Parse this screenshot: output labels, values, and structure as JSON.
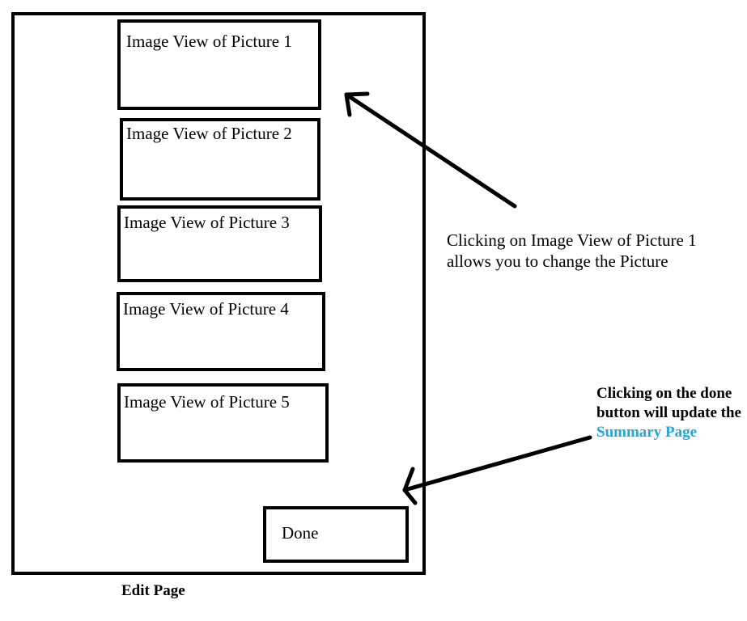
{
  "page": {
    "caption": "Edit Page"
  },
  "image_views": [
    {
      "label": "Image View of Picture 1"
    },
    {
      "label": "Image View of Picture 2"
    },
    {
      "label": "Image View of Picture 3"
    },
    {
      "label": "Image View of Picture 4"
    },
    {
      "label": "Image View of Picture 5"
    }
  ],
  "done_button": {
    "label": "Done"
  },
  "annotations": {
    "image_view_note": "Clicking on Image View of Picture 1 allows you to change the Picture",
    "done_note_prefix": "Clicking on the done button will update the",
    "done_note_link": "Summary Page"
  },
  "colors": {
    "link": "#1ea7e1",
    "stroke": "#000000"
  },
  "icons": {
    "arrow_to_image_view": "arrow-icon",
    "arrow_to_done": "arrow-icon"
  }
}
